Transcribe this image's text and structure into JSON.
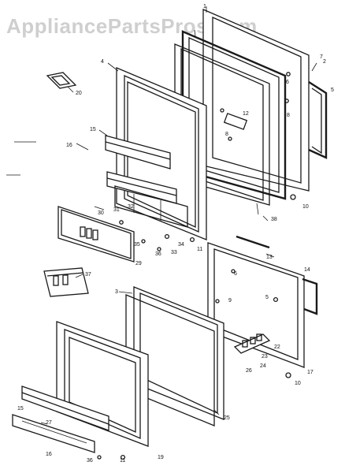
{
  "watermark": "AppliancePartsPros.com",
  "callouts": [
    {
      "id": "c1",
      "label": "1"
    },
    {
      "id": "c2",
      "label": "2"
    },
    {
      "id": "c3",
      "label": "3"
    },
    {
      "id": "c4",
      "label": "4"
    },
    {
      "id": "c5",
      "label": "5"
    },
    {
      "id": "c5b",
      "label": "5"
    },
    {
      "id": "c6",
      "label": "6"
    },
    {
      "id": "c6b",
      "label": "6"
    },
    {
      "id": "c7",
      "label": "7"
    },
    {
      "id": "c8",
      "label": "8"
    },
    {
      "id": "c8b",
      "label": "8"
    },
    {
      "id": "c9",
      "label": "9"
    },
    {
      "id": "c10",
      "label": "10"
    },
    {
      "id": "c10b",
      "label": "10"
    },
    {
      "id": "c11",
      "label": "11"
    },
    {
      "id": "c11b",
      "label": "11"
    },
    {
      "id": "c12",
      "label": "12"
    },
    {
      "id": "c13",
      "label": "13"
    },
    {
      "id": "c14",
      "label": "14"
    },
    {
      "id": "c15",
      "label": "15"
    },
    {
      "id": "c15b",
      "label": "15"
    },
    {
      "id": "c16",
      "label": "16"
    },
    {
      "id": "c16b",
      "label": "16"
    },
    {
      "id": "c17",
      "label": "17"
    },
    {
      "id": "c19",
      "label": "19"
    },
    {
      "id": "c20",
      "label": "20"
    },
    {
      "id": "c22",
      "label": "22"
    },
    {
      "id": "c23",
      "label": "23"
    },
    {
      "id": "c24",
      "label": "24"
    },
    {
      "id": "c25",
      "label": "25"
    },
    {
      "id": "c26",
      "label": "26"
    },
    {
      "id": "c27",
      "label": "27"
    },
    {
      "id": "c29",
      "label": "29"
    },
    {
      "id": "c30",
      "label": "30"
    },
    {
      "id": "c31",
      "label": "31"
    },
    {
      "id": "c32",
      "label": "32"
    },
    {
      "id": "c33",
      "label": "33"
    },
    {
      "id": "c34",
      "label": "34"
    },
    {
      "id": "c35",
      "label": "35"
    },
    {
      "id": "c36",
      "label": "36"
    },
    {
      "id": "c36b",
      "label": "36"
    },
    {
      "id": "c37",
      "label": "37"
    },
    {
      "id": "c38",
      "label": "38"
    }
  ]
}
